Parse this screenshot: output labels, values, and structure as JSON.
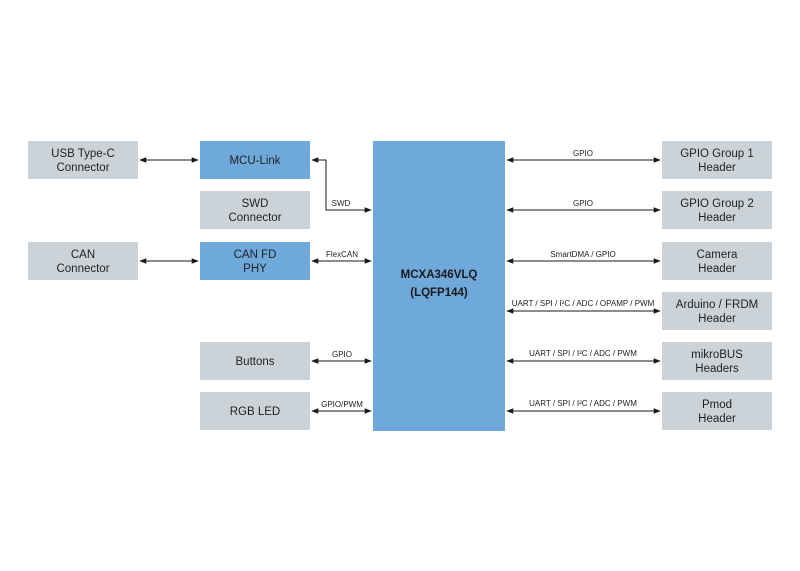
{
  "mcu": {
    "line1": "MCXA346VLQ",
    "line2": "(LQFP144)"
  },
  "left_outer": {
    "usb": {
      "line1": "USB Type-C",
      "line2": "Connector"
    },
    "can": {
      "line1": "CAN",
      "line2": "Connector"
    }
  },
  "left_inner": {
    "mculink": {
      "line1": "MCU-Link"
    },
    "swd": {
      "line1": "SWD",
      "line2": "Connector"
    },
    "canfd": {
      "line1": "CAN FD",
      "line2": "PHY"
    },
    "buttons": {
      "line1": "Buttons"
    },
    "rgbled": {
      "line1": "RGB LED"
    }
  },
  "right": {
    "gpio1": {
      "line1": "GPIO Group 1",
      "line2": "Header"
    },
    "gpio2": {
      "line1": "GPIO Group 2",
      "line2": "Header"
    },
    "camera": {
      "line1": "Camera",
      "line2": "Header"
    },
    "arduino": {
      "line1": "Arduino / FRDM",
      "line2": "Header"
    },
    "mikrobus": {
      "line1": "mikroBUS",
      "line2": "Headers"
    },
    "pmod": {
      "line1": "Pmod",
      "line2": "Header"
    }
  },
  "signals": {
    "swd": "SWD",
    "flexcan": "FlexCAN",
    "buttons_gpio": "GPIO",
    "led_gpio_pwm": "GPIO/PWM",
    "gpio1": "GPIO",
    "gpio2": "GPIO",
    "camera": "SmartDMA / GPIO",
    "arduino": "UART / SPI / I²C / ADC / OPAMP / PWM",
    "mikrobus": "UART / SPI / I²C / ADC / PWM",
    "pmod": "UART / SPI / I²C / ADC / PWM"
  },
  "colors": {
    "gray_box": "#ccd3d8",
    "blue_box": "#6fa8db",
    "line": "#1a1a1a"
  }
}
